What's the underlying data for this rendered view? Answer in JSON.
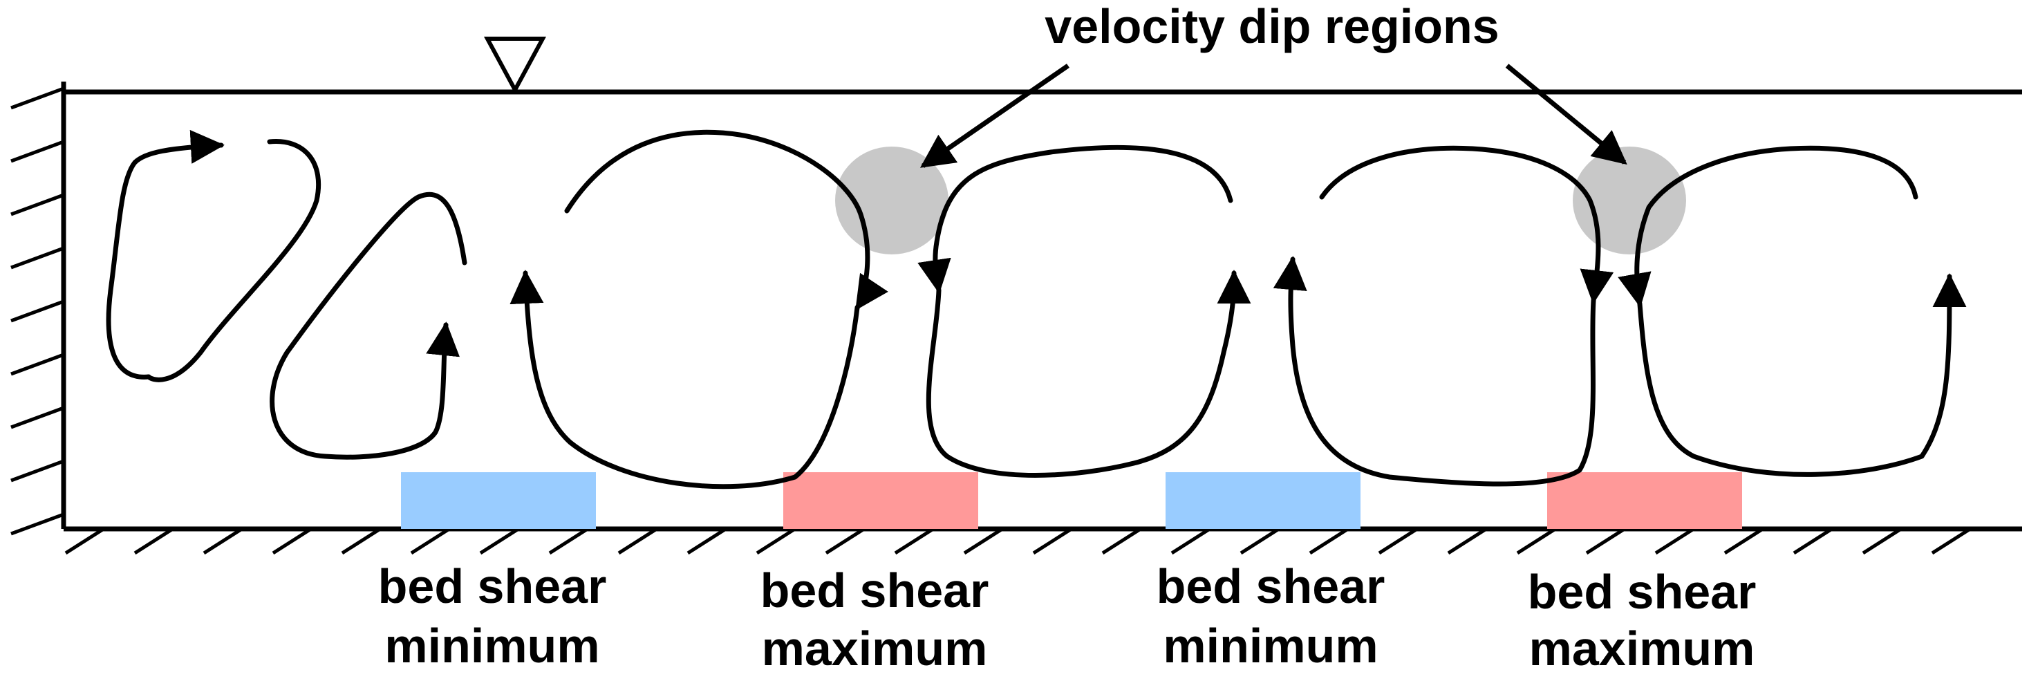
{
  "annotation": {
    "title": "velocity dip regions"
  },
  "zones": [
    {
      "line1": "bed shear",
      "line2": "minimum",
      "color": "#99ccff"
    },
    {
      "line1": "bed shear",
      "line2": "maximum",
      "color": "#ff9999"
    },
    {
      "line1": "bed shear",
      "line2": "minimum",
      "color": "#99ccff"
    },
    {
      "line1": "bed shear",
      "line2": "maximum",
      "color": "#ff9999"
    }
  ],
  "colors": {
    "line": "#000000",
    "dip_region": "#c8c8c8",
    "background": "#ffffff"
  }
}
